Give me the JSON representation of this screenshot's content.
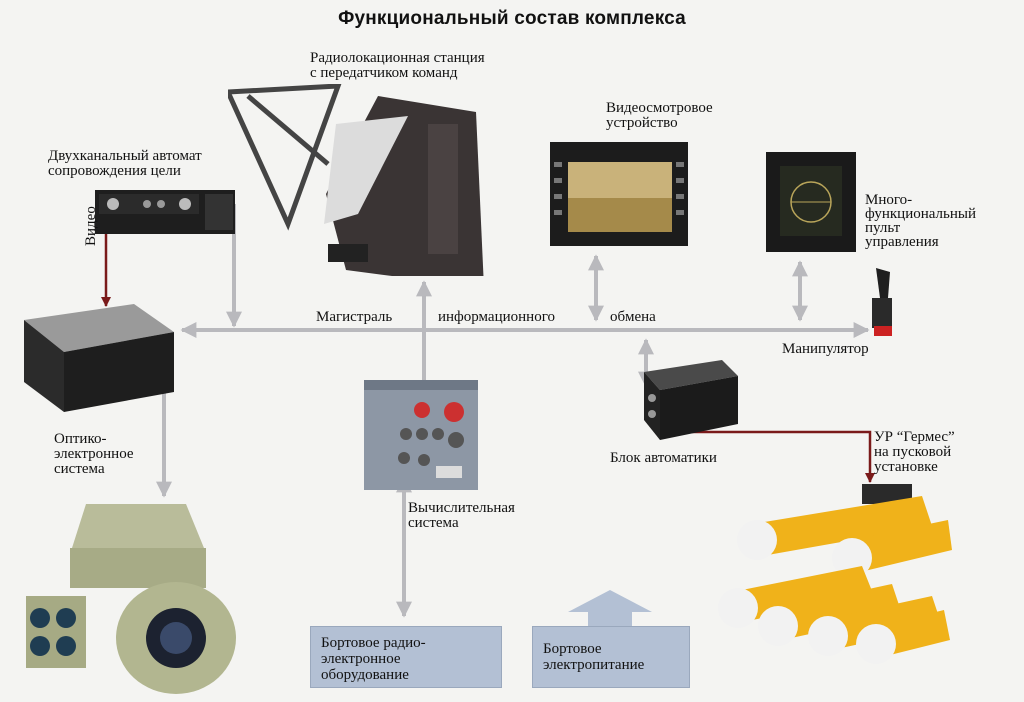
{
  "title": "Функциональный состав комплекса",
  "labels": {
    "radar": [
      "Радиолокационная станция",
      "с передатчиком команд"
    ],
    "tracker": [
      "Двухканальный  автомат",
      "сопровождения  цели"
    ],
    "video_display": [
      "Видеосмотровое",
      "устройство"
    ],
    "control_panel": [
      "Много-",
      "функциональный",
      "пульт",
      "управления"
    ],
    "bus": [
      "Магистраль",
      "информационного",
      "обмена"
    ],
    "video_signal": "Видео",
    "joystick": "Манипулятор",
    "optoelectronic": [
      "Оптико-",
      "электронное",
      "система"
    ],
    "automation": "Блок автоматики",
    "missile": [
      "УР “Гермес”",
      "на пусковой",
      "установке"
    ],
    "computer": [
      "Вычислительная",
      "система"
    ],
    "onboard_radio": [
      "Бортовое радио-",
      "электронное",
      "оборудование"
    ],
    "power": [
      "Бортовое",
      "электропитание"
    ]
  },
  "colors": {
    "connector": "#b9b9bd",
    "video_line": "#7a1a1a",
    "box": "#b3c0d4",
    "missile_body": "#f0b21a"
  }
}
